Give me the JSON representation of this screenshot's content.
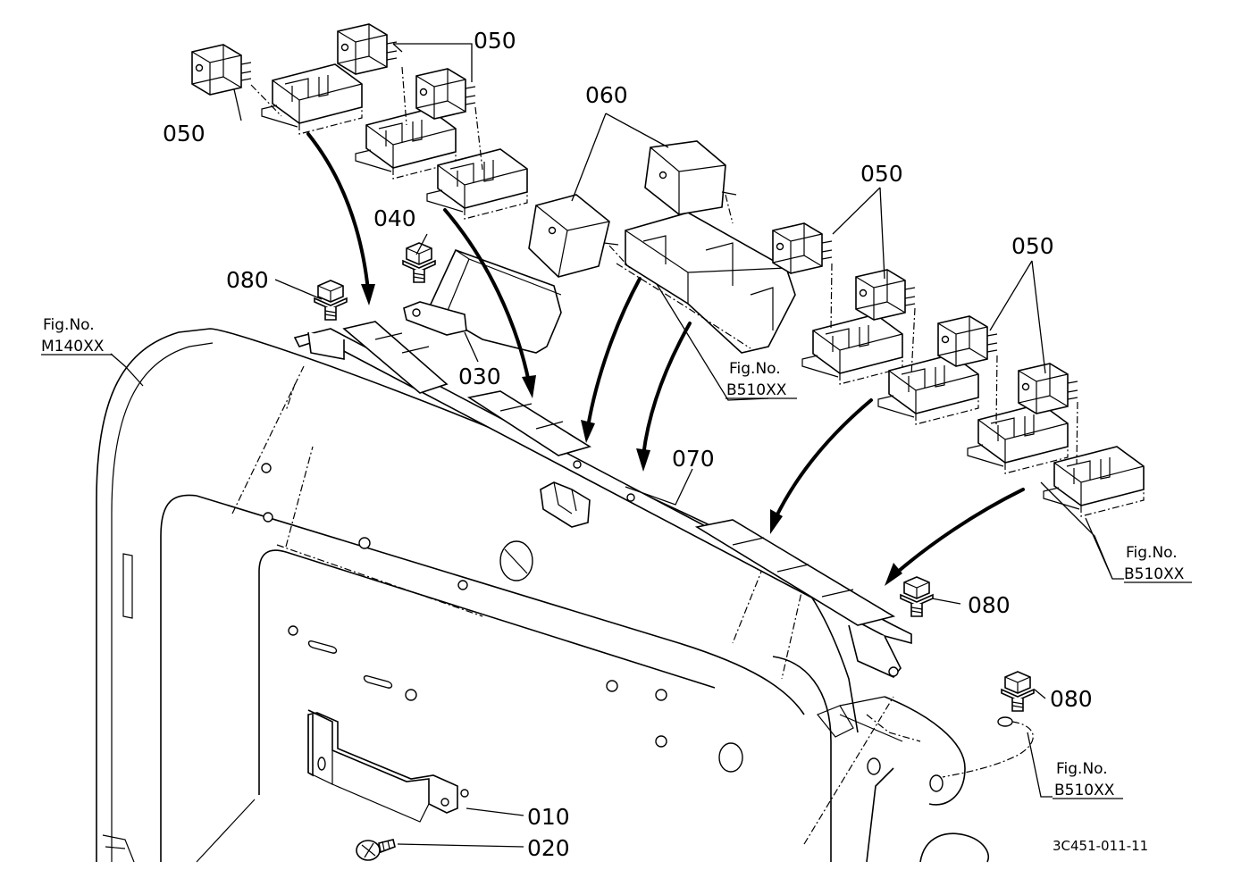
{
  "diagram": {
    "part_labels": {
      "p010": "010",
      "p020": "020",
      "p030": "030",
      "p040": "040",
      "p050a": "050",
      "p050b": "050",
      "p050c": "050",
      "p050d": "050",
      "p060": "060",
      "p070": "070",
      "p080a": "080",
      "p080b": "080",
      "p080c": "080"
    },
    "figure_refs": {
      "fig_m140_title": "Fig.No.",
      "fig_m140_code": "M140XX",
      "fig_b510a_title": "Fig.No.",
      "fig_b510a_code": "B510XX",
      "fig_b510b_title": "Fig.No.",
      "fig_b510b_code": "B510XX",
      "fig_b510c_title": "Fig.No.",
      "fig_b510c_code": "B510XX"
    },
    "drawing_code": "3C451-011-11"
  }
}
